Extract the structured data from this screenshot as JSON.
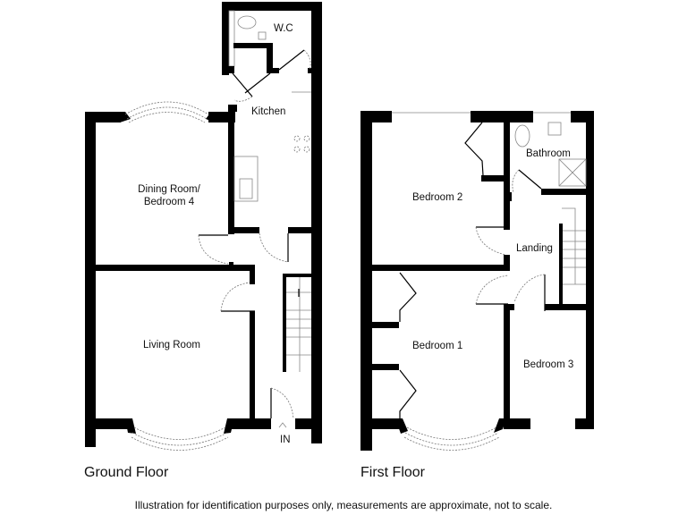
{
  "floors": [
    {
      "title": "Ground Floor",
      "rooms": [
        {
          "name": "W.C"
        },
        {
          "name": "Kitchen"
        },
        {
          "name": "Dining Room/\nBedroom 4",
          "line1": "Dining Room/",
          "line2": "Bedroom 4"
        },
        {
          "name": "Living Room"
        }
      ],
      "entrance_label": "IN"
    },
    {
      "title": "First Floor",
      "rooms": [
        {
          "name": "Bathroom"
        },
        {
          "name": "Bedroom 2"
        },
        {
          "name": "Landing"
        },
        {
          "name": "Bedroom 1"
        },
        {
          "name": "Bedroom 3"
        }
      ]
    }
  ],
  "disclaimer": "Illustration for identification purposes only, measurements are approximate, not to scale.",
  "colors": {
    "wall": "#000000",
    "background": "#ffffff",
    "fixture": "#888888"
  }
}
